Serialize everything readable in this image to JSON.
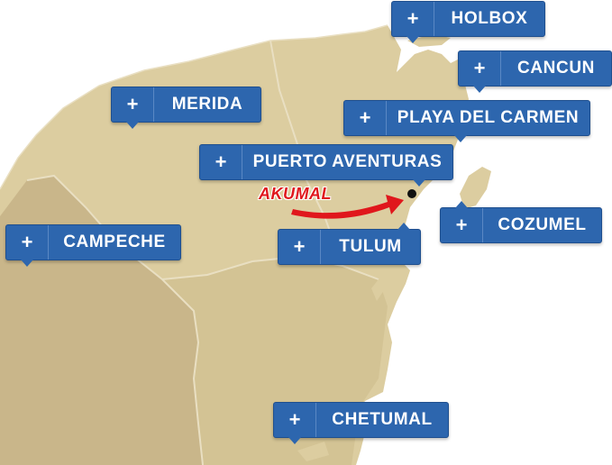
{
  "map": {
    "colors": {
      "land": "#dccda0",
      "land_shade": "#c9b68a",
      "coast_line": "#e9dfc2",
      "pin_blue": "#2d66ae",
      "arrow_red": "#e0171c"
    },
    "marker": {
      "label": "AKUMAL",
      "icon": "location-dot-icon"
    },
    "pins": [
      {
        "id": "holbox",
        "label": "HOLBOX",
        "plus": "+"
      },
      {
        "id": "cancun",
        "label": "CANCUN",
        "plus": "+"
      },
      {
        "id": "merida",
        "label": "MERIDA",
        "plus": "+"
      },
      {
        "id": "playa-del-carmen",
        "label": "PLAYA DEL CARMEN",
        "plus": "+"
      },
      {
        "id": "puerto-aventuras",
        "label": "PUERTO AVENTURAS",
        "plus": "+"
      },
      {
        "id": "cozumel",
        "label": "COZUMEL",
        "plus": "+"
      },
      {
        "id": "tulum",
        "label": "TULUM",
        "plus": "+"
      },
      {
        "id": "campeche",
        "label": "CAMPECHE",
        "plus": "+"
      },
      {
        "id": "chetumal",
        "label": "CHETUMAL",
        "plus": "+"
      }
    ]
  }
}
